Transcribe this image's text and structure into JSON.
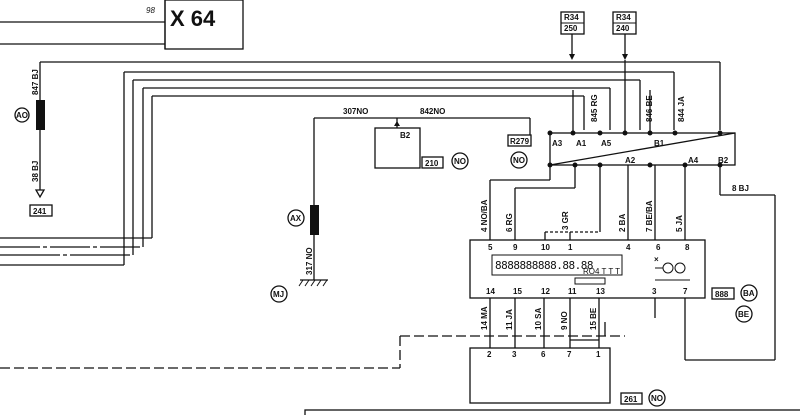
{
  "header": {
    "code": "X 64",
    "page_number": "98"
  },
  "refs_top": [
    {
      "code": "R34",
      "num": "250"
    },
    {
      "code": "R34",
      "num": "240"
    }
  ],
  "wires": {
    "w847": "847 BJ",
    "w38": "38 BJ",
    "w317": "317 NO",
    "w307": "307NO",
    "w842": "842NO",
    "w845": "845 RG",
    "w846": "846 BE",
    "w844": "844 JA",
    "w4no": "4   NO/BA",
    "w6rg": "6   RG",
    "w3gr": "3   GR",
    "w2ba": "2   BA",
    "w7be": "7   BE/BA",
    "w5ja": "5   JA",
    "w8bj": "8   BJ",
    "w14ma": "14  MA",
    "w11ja": "11  JA",
    "w10sa": "10  SA",
    "w9no": "9   NO",
    "w15be": "15  BE"
  },
  "components": {
    "ao": "AO",
    "ax": "AX",
    "mj": "MJ",
    "no": "NO",
    "ba": "BA",
    "be": "BE",
    "c241": "241",
    "c210": "210",
    "r279": "R279",
    "c888": "888",
    "c261": "261",
    "b2_small": "B2"
  },
  "connector_top": {
    "pins": [
      "A3",
      "A1",
      "A5",
      "B1",
      "A2",
      "A4",
      "B2"
    ]
  },
  "display": {
    "pins_top": [
      "5",
      "9",
      "10",
      "1",
      "4",
      "6",
      "8"
    ],
    "pins_bottom": [
      "14",
      "15",
      "12",
      "11",
      "13",
      "3",
      "7"
    ],
    "lcd_text": "8888888888.88.88",
    "lcd_sub": "RO4 T T T"
  },
  "connector_bottom": {
    "pins": [
      "2",
      "3",
      "6",
      "7",
      "1"
    ]
  }
}
